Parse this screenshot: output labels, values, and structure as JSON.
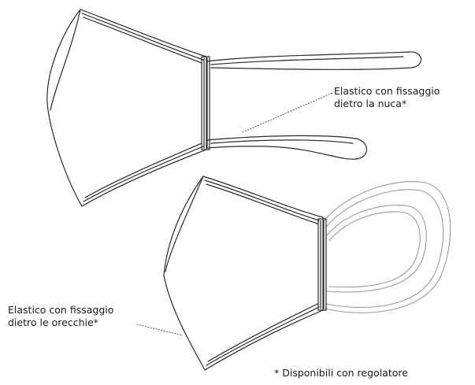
{
  "annotations": {
    "neck_strap": {
      "line1": "Elastico con fissaggio",
      "line2": "dietro la nuca*"
    },
    "ear_strap": {
      "line1": "Elastico con fissaggio",
      "line2": "dietro le orecchie*"
    },
    "footnote": "* Disponibili con regolatore"
  },
  "colors": {
    "stroke": "#2a2a2a",
    "ear_loop_stroke": "#9a9a9a",
    "background": "#ffffff"
  }
}
